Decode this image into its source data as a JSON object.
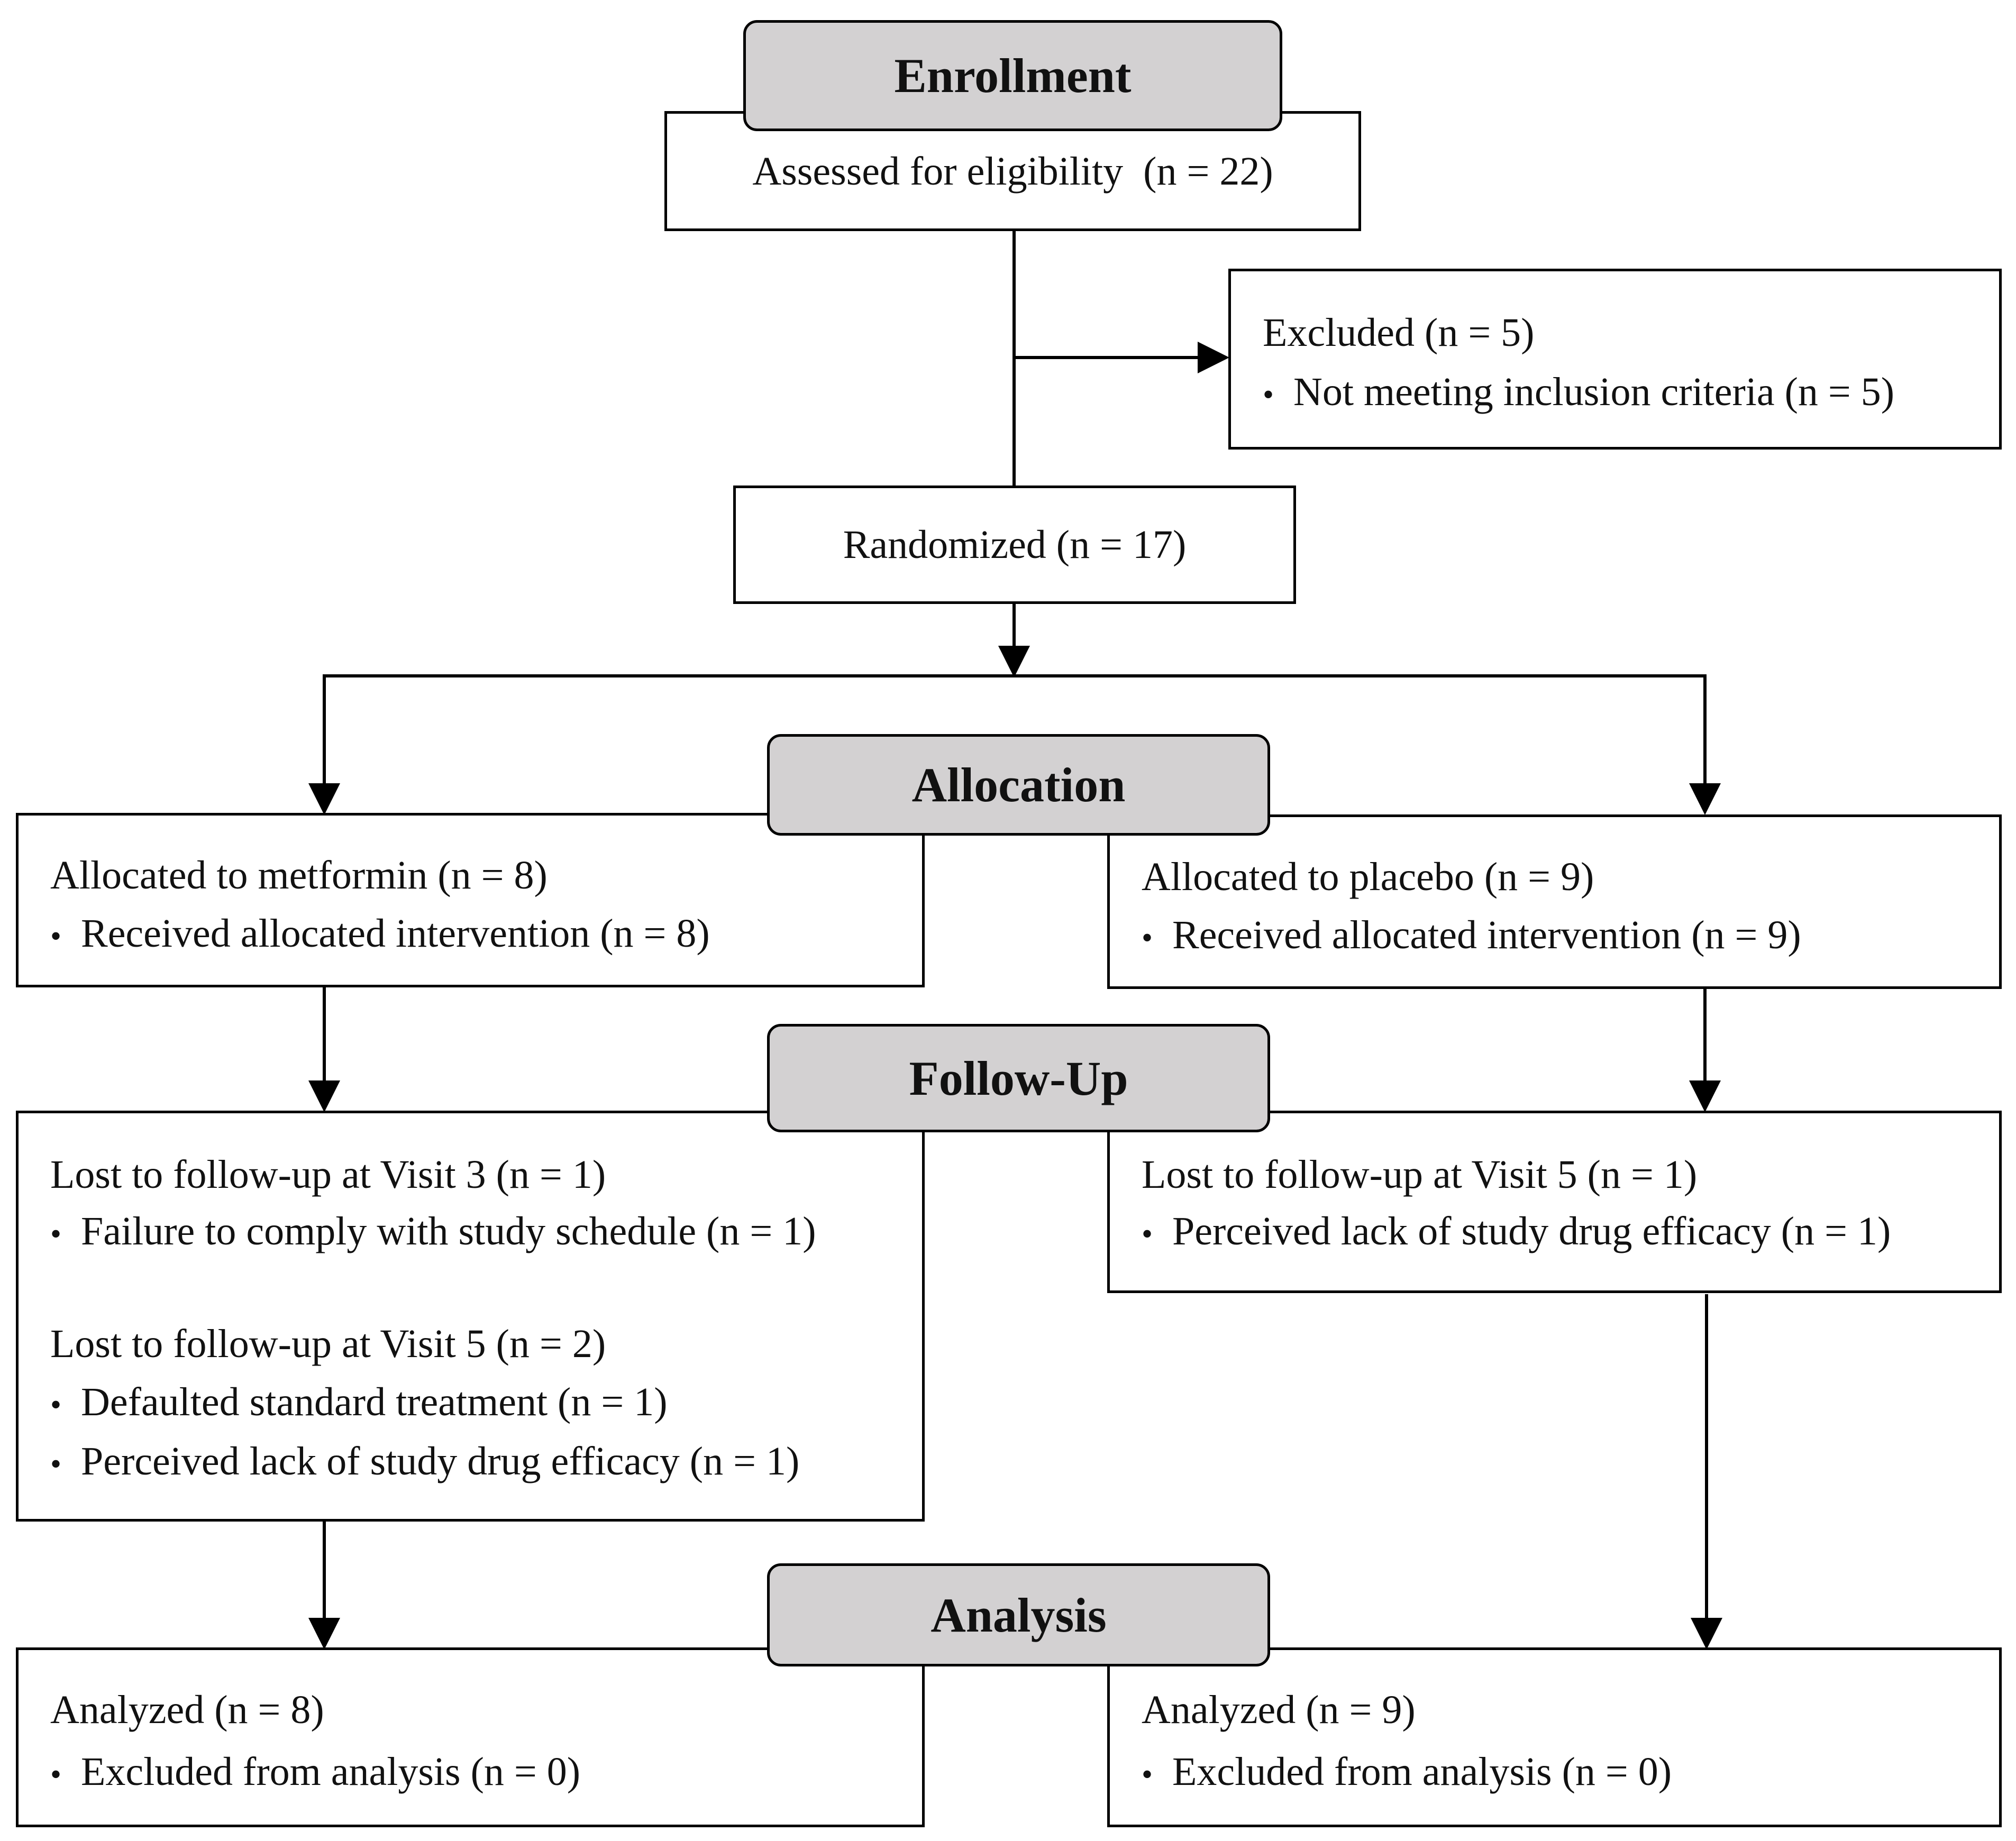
{
  "stages": {
    "enrollment": "Enrollment",
    "allocation": "Allocation",
    "follow_up": "Follow-Up",
    "analysis": "Analysis"
  },
  "enrollment": {
    "assessed": "Assessed for eligibility  (n = 22)",
    "excluded": {
      "title": "Excluded (n = 5)",
      "reasons": [
        "Not meeting inclusion criteria (n = 5)"
      ]
    },
    "randomized": "Randomized (n = 17)"
  },
  "allocation": {
    "metformin": {
      "title": "Allocated to metformin (n = 8)",
      "items": [
        "Received allocated intervention (n = 8)"
      ]
    },
    "placebo": {
      "title": "Allocated to placebo (n = 9)",
      "items": [
        "Received allocated intervention (n = 9)"
      ]
    }
  },
  "follow_up": {
    "metformin": {
      "group1_title": "Lost to follow-up at Visit 3 (n = 1)",
      "group1_items": [
        "Failure to comply with study schedule (n = 1)"
      ],
      "group2_title": "Lost to follow-up at Visit 5 (n = 2)",
      "group2_items": [
        "Defaulted standard treatment (n = 1)",
        "Perceived lack of study drug efficacy (n = 1)"
      ]
    },
    "placebo": {
      "title": "Lost to follow-up at Visit 5 (n = 1)",
      "items": [
        "Perceived lack of study drug efficacy (n = 1)"
      ]
    }
  },
  "analysis": {
    "metformin": {
      "title": "Analyzed (n = 8)",
      "items": [
        "Excluded from analysis (n = 0)"
      ]
    },
    "placebo": {
      "title": "Analyzed (n = 9)",
      "items": [
        "Excluded from analysis (n = 0)"
      ]
    }
  },
  "bullet_symbol": "•"
}
